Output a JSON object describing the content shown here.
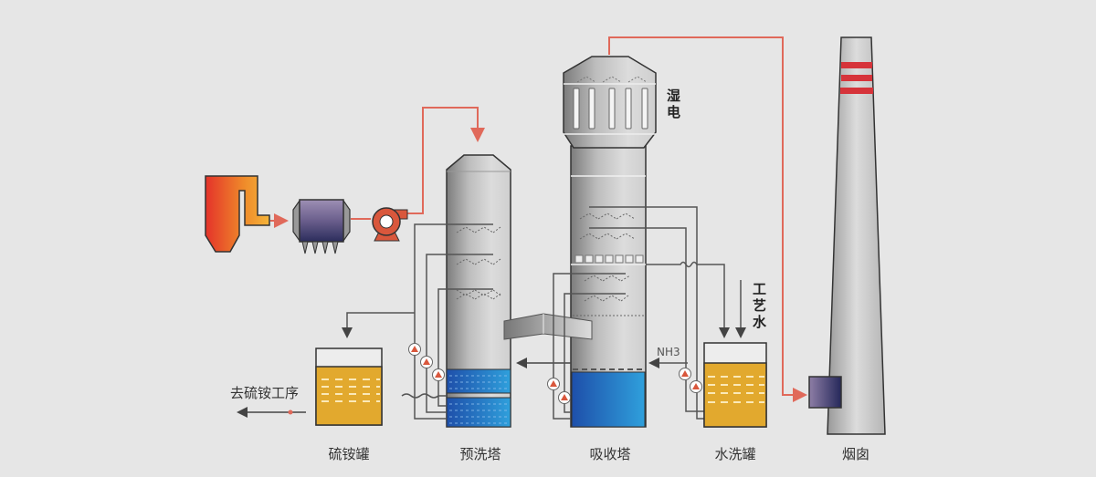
{
  "diagram": {
    "title": "",
    "labels": {
      "ammonium_sulfate_tank": "硫铵罐",
      "prewash_tower": "预洗塔",
      "absorption_tower": "吸收塔",
      "water_wash_tank": "水洗罐",
      "chimney": "烟囱",
      "to_process": "去硫铵工序",
      "wet_esp_1": "湿",
      "wet_esp_2": "电",
      "process_water_1": "工",
      "process_water_2": "艺",
      "process_water_3": "水",
      "nh3": "NH3"
    },
    "colors": {
      "background": "#e6e6e6",
      "flue_gas_line": "#e0695a",
      "pipe": "#555555",
      "liquid_yellow": "#e2a92e",
      "liquid_blue": "#2f7fd0",
      "chimney_band": "#d6333a",
      "pump": "#d9573c"
    },
    "components": [
      {
        "id": "boiler",
        "name": "boiler"
      },
      {
        "id": "dust_collector",
        "name": "bag-filter"
      },
      {
        "id": "fan",
        "name": "induced-draft-fan"
      },
      {
        "id": "prewash_tower",
        "name": "prewash-tower"
      },
      {
        "id": "absorption_tower",
        "name": "absorption-tower"
      },
      {
        "id": "wet_esp",
        "name": "wet-electrostatic-precipitator"
      },
      {
        "id": "water_wash_tank",
        "name": "water-wash-tank"
      },
      {
        "id": "ammonium_sulfate_tank",
        "name": "ammonium-sulfate-tank"
      },
      {
        "id": "gas_heater",
        "name": "gas-heater"
      },
      {
        "id": "chimney",
        "name": "chimney"
      }
    ]
  }
}
